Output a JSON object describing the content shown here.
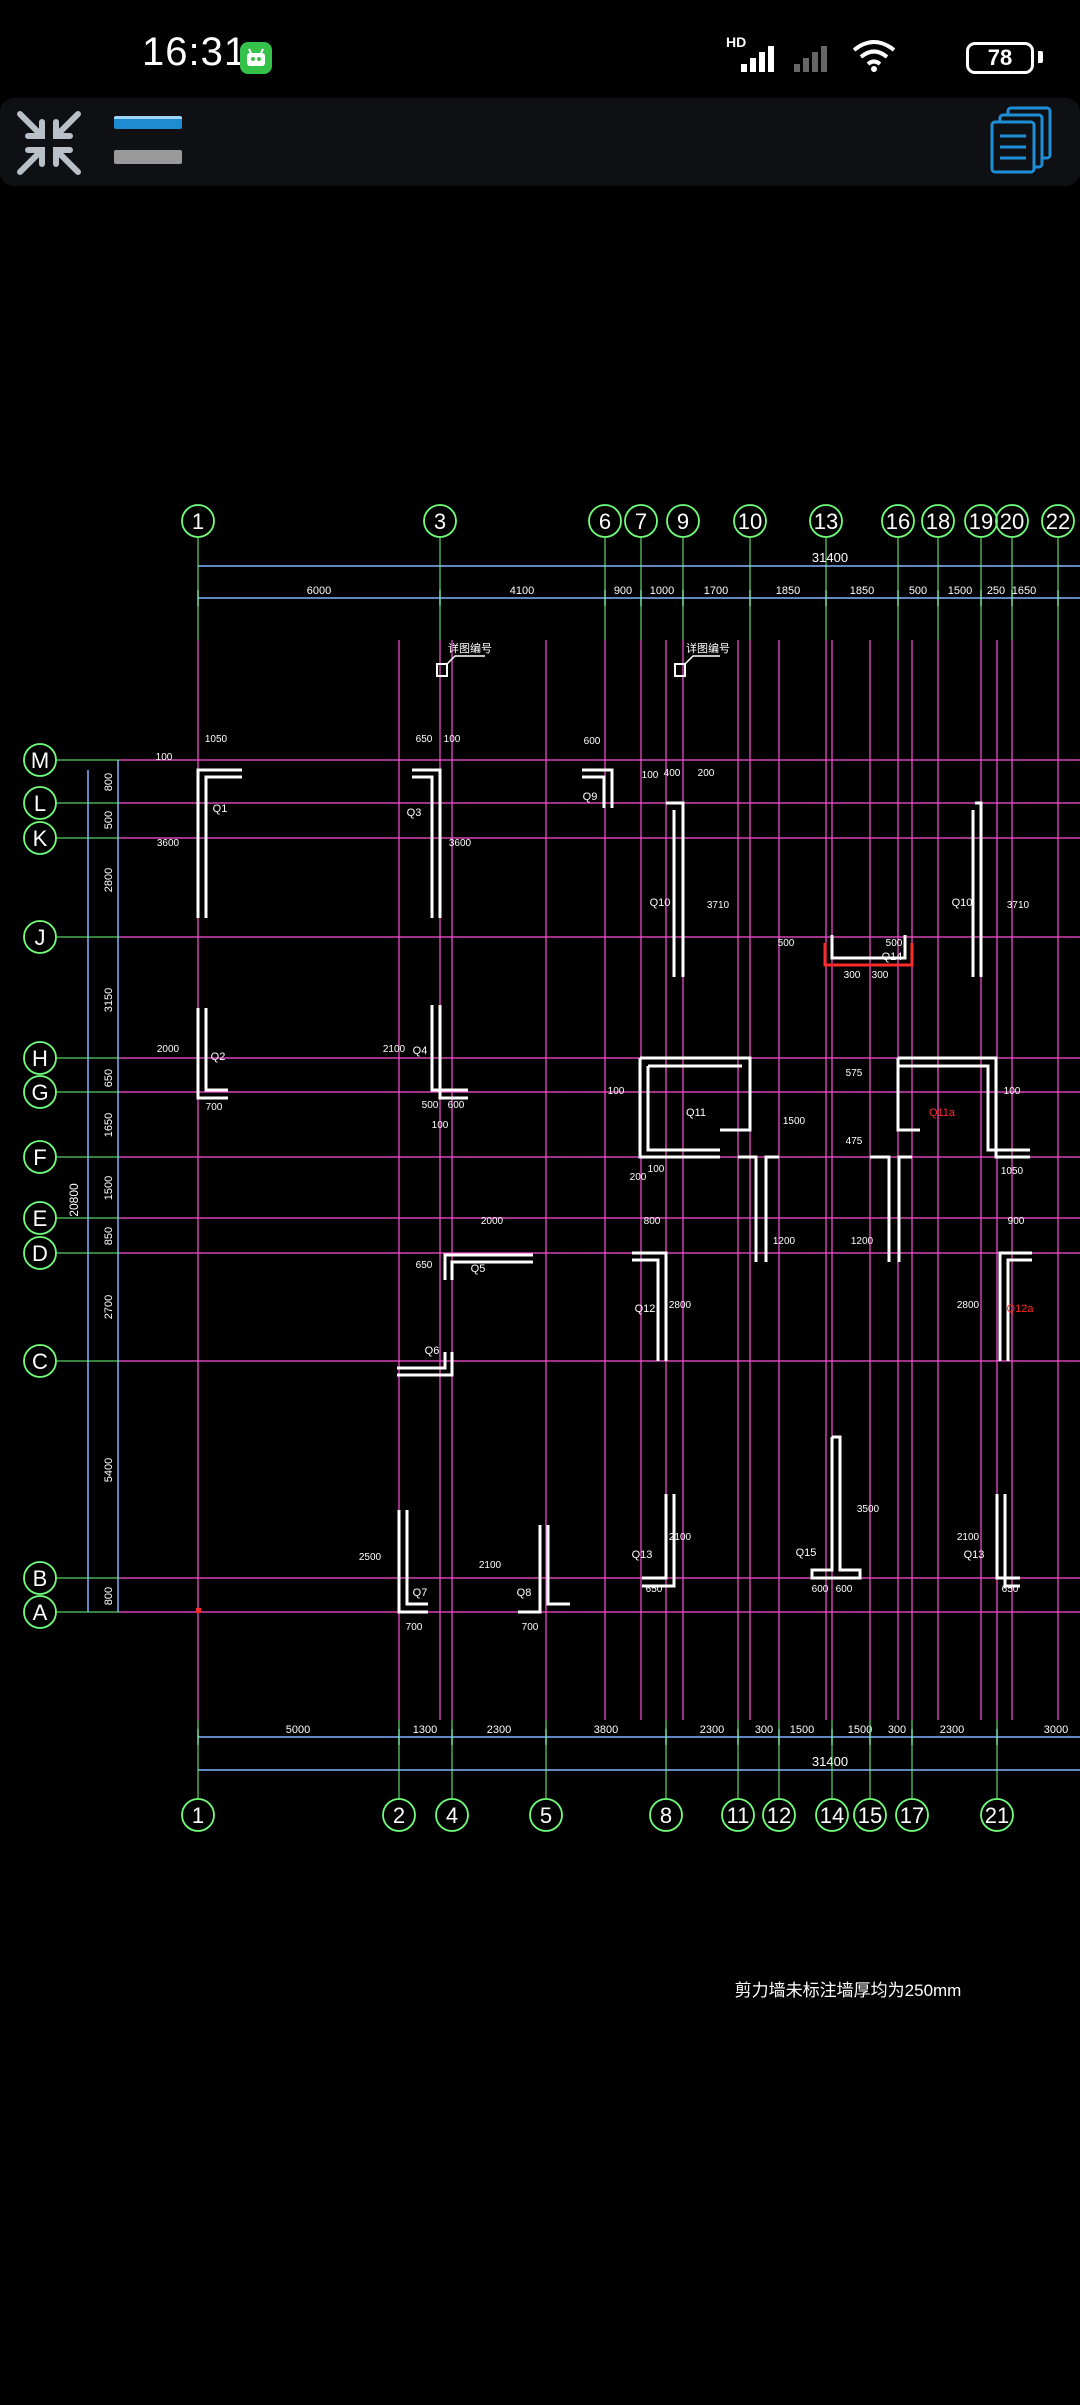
{
  "status": {
    "time": "16:31",
    "network": "HD",
    "battery": "78"
  },
  "toolbar": {
    "collapse_icon": "collapse-arrows-icon",
    "layer_icon": "layer-toggle-icon",
    "layout_icon": "layout-list-icon"
  },
  "drawing": {
    "top_axes": [
      "1",
      "3",
      "6",
      "7",
      "9",
      "10",
      "13",
      "16",
      "18",
      "19",
      "20",
      "22"
    ],
    "bottom_axes": [
      "1",
      "2",
      "4",
      "5",
      "8",
      "11",
      "12",
      "14",
      "15",
      "17",
      "21"
    ],
    "row_axes": [
      "M",
      "L",
      "K",
      "J",
      "H",
      "G",
      "F",
      "E",
      "D",
      "C",
      "B",
      "A"
    ],
    "top_total": "31400",
    "top_dims": [
      "6000",
      "4100",
      "900",
      "1000",
      "1700",
      "1850",
      "1850",
      "500",
      "1500",
      "250",
      "1650"
    ],
    "bottom_total": "31400",
    "bottom_dims": [
      "5000",
      "1300",
      "2300",
      "3800",
      "2300",
      "300",
      "1500",
      "1500",
      "300",
      "2300",
      "3000"
    ],
    "left_total": "20800",
    "left_dims": [
      "800",
      "500",
      "2800",
      "3150",
      "650",
      "1650",
      "1500",
      "850",
      "2700",
      "5400",
      "800"
    ],
    "wall_labels": [
      "Q1",
      "Q2",
      "Q3",
      "Q4",
      "Q5",
      "Q6",
      "Q7",
      "Q8",
      "Q9",
      "Q10",
      "Q11",
      "Q12",
      "Q13",
      "Q15",
      "Q13",
      "Q14",
      "Q10",
      "Q11a",
      "Q12a"
    ],
    "callouts": [
      "详图编号",
      "详图编号"
    ],
    "note": "剪力墙未标注墙厚均为250mm",
    "colors": {
      "grid": "#ff4fd8",
      "axis_bubble": "#6fff7a",
      "dim": "#7fb3ff",
      "wall": "#ffffff",
      "highlight": "#ff2a2a"
    }
  }
}
